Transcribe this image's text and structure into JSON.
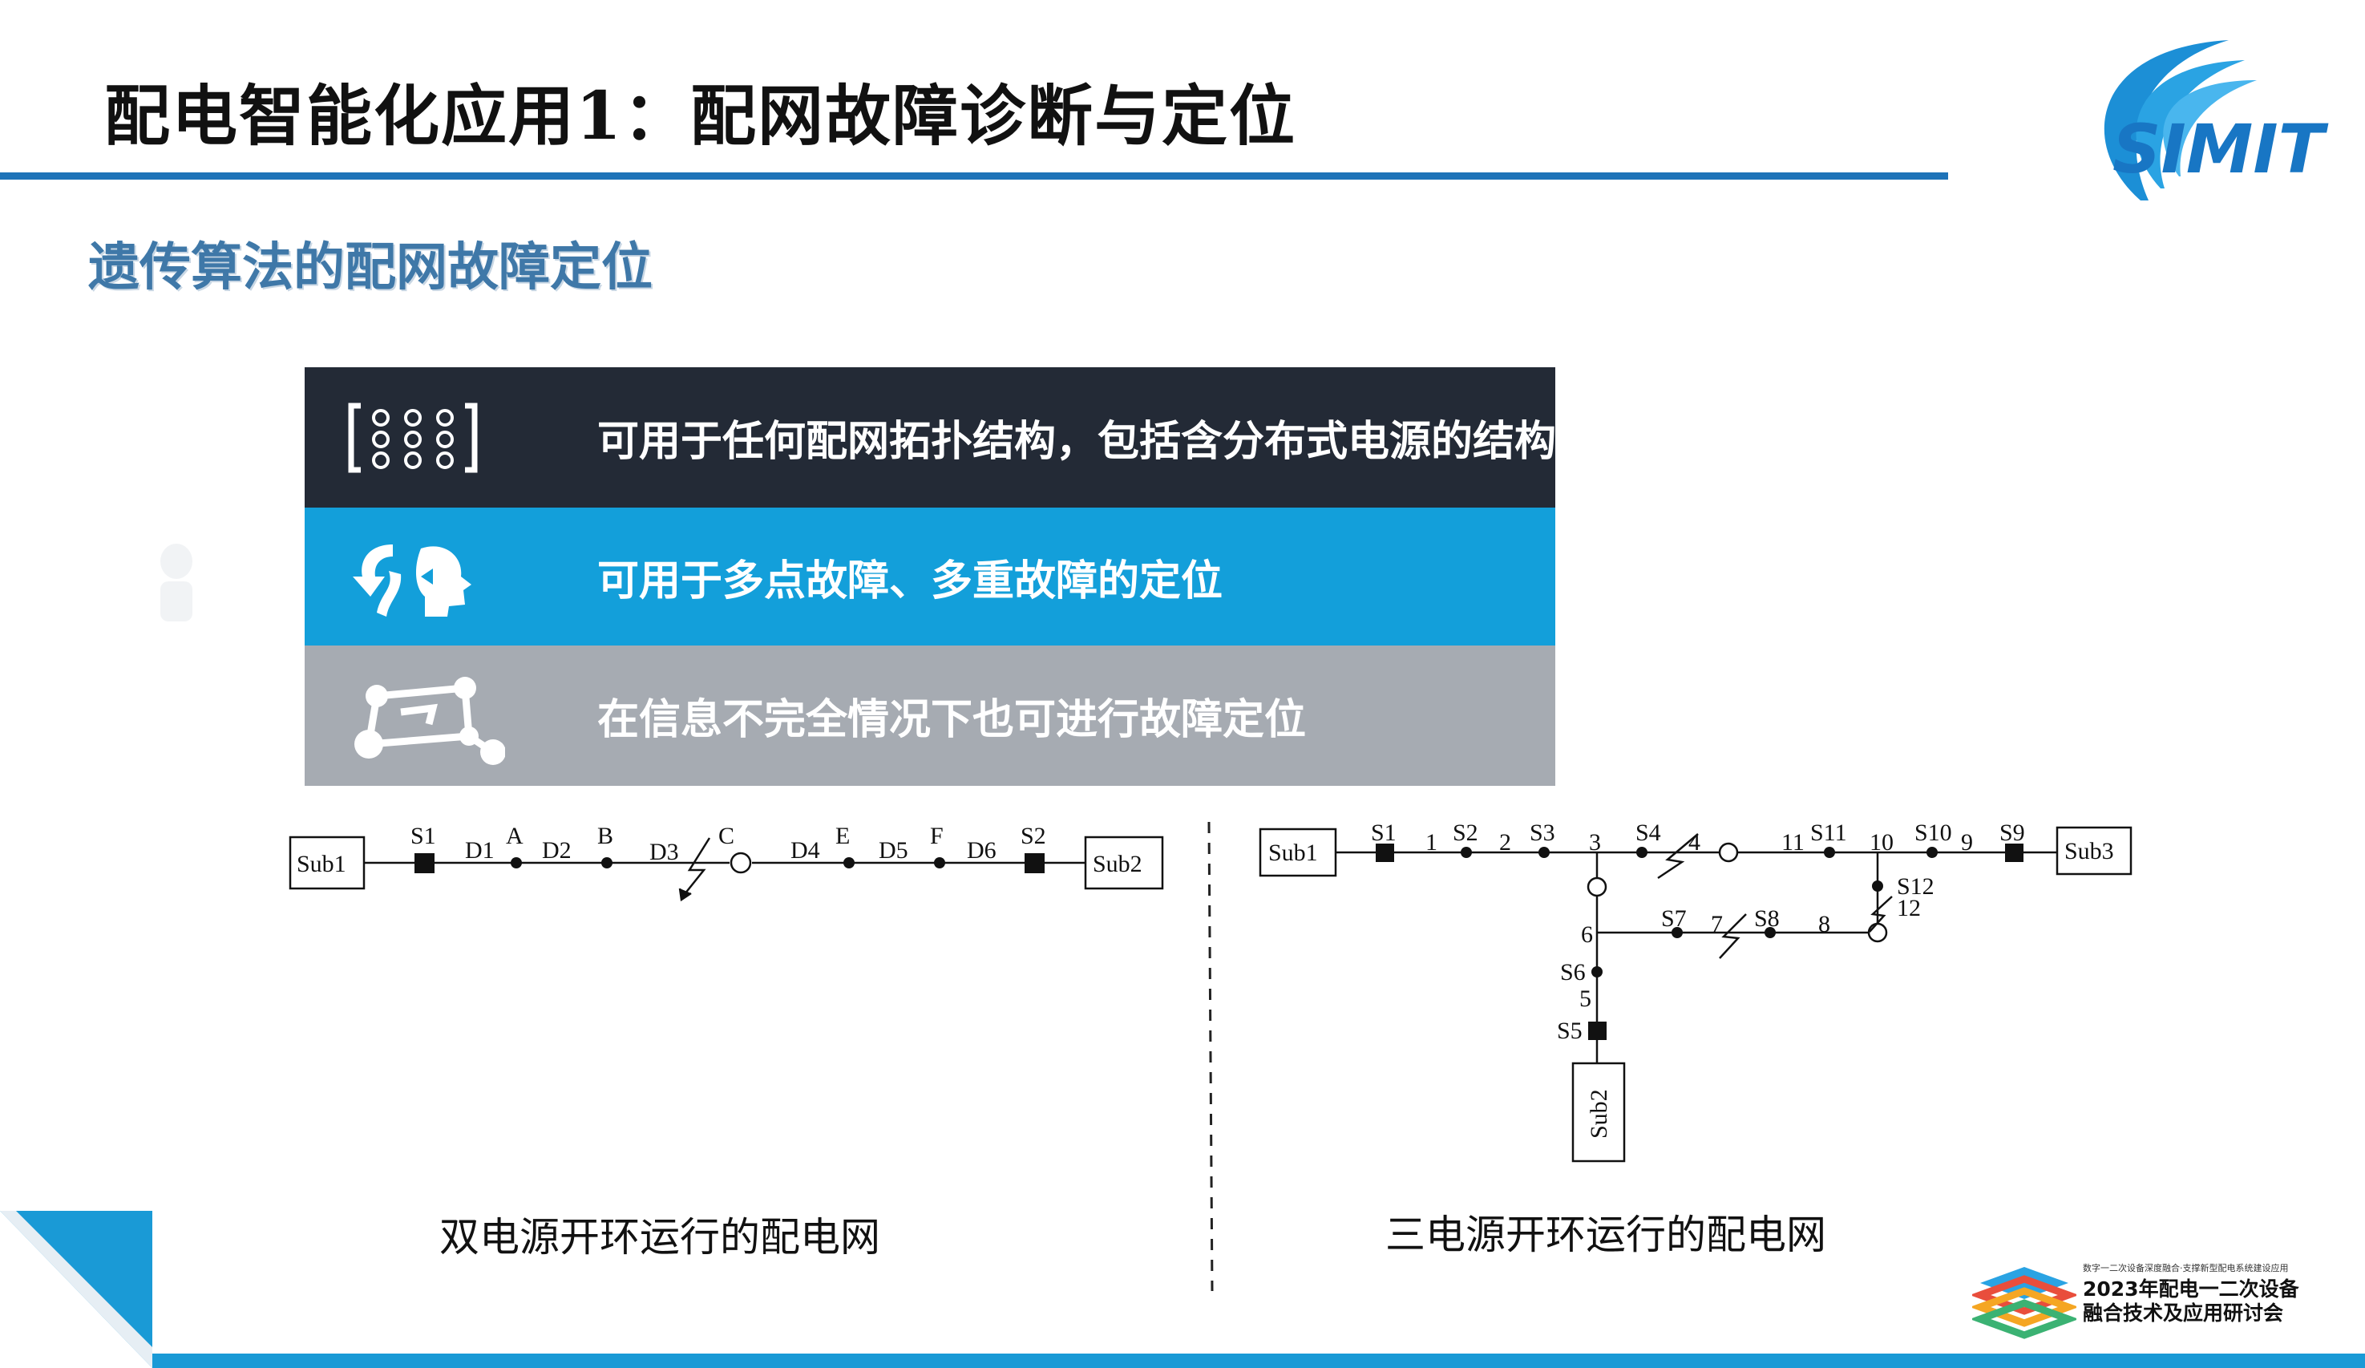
{
  "page": {
    "title": "配电智能化应用1：配网故障诊断与定位",
    "subtitle": "遗传算法的配网故障定位"
  },
  "logo": {
    "text": "SIMIT",
    "icon": "simit-logo"
  },
  "panels": [
    {
      "icon": "matrix-icon",
      "text": "可用于任何配网拓扑结构，包括含分布式电源的结构",
      "color": "#232a36"
    },
    {
      "icon": "arrows-head-icon",
      "text": "可用于多点故障、多重故障的定位",
      "color": "#139fda"
    },
    {
      "icon": "network-nodes-icon",
      "text": "在信息不完全情况下也可进行故障定位",
      "color": "#a6abb2"
    }
  ],
  "diagram_left": {
    "caption": "双电源开环运行的配电网",
    "labels": {
      "sub1": "Sub1",
      "sub2": "Sub2",
      "s1": "S1",
      "s2": "S2",
      "d1": "D1",
      "d2": "D2",
      "d3": "D3",
      "d4": "D4",
      "d5": "D5",
      "d6": "D6",
      "a": "A",
      "b": "B",
      "c": "C",
      "e": "E",
      "f": "F"
    }
  },
  "diagram_right": {
    "caption": "三电源开环运行的配电网",
    "labels": {
      "sub1": "Sub1",
      "sub2": "Sub2",
      "sub3": "Sub3",
      "s1": "S1",
      "s2": "S2",
      "s3": "S3",
      "s4": "S4",
      "s5": "S5",
      "s6": "S6",
      "s7": "S7",
      "s8": "S8",
      "s9": "S9",
      "s10": "S10",
      "s11": "S11",
      "s12": "S12",
      "n1": "1",
      "n2": "2",
      "n3": "3",
      "n4": "4",
      "n5": "5",
      "n6": "6",
      "n7": "7",
      "n8": "8",
      "n9": "9",
      "n10": "10",
      "n11": "11",
      "n12": "12"
    }
  },
  "conference": {
    "small_text": "数字一二次设备深度融合·支撑新型配电系统建设应用",
    "line1": "2023年配电一二次设备",
    "line2": "融合技术及应用研讨会"
  }
}
